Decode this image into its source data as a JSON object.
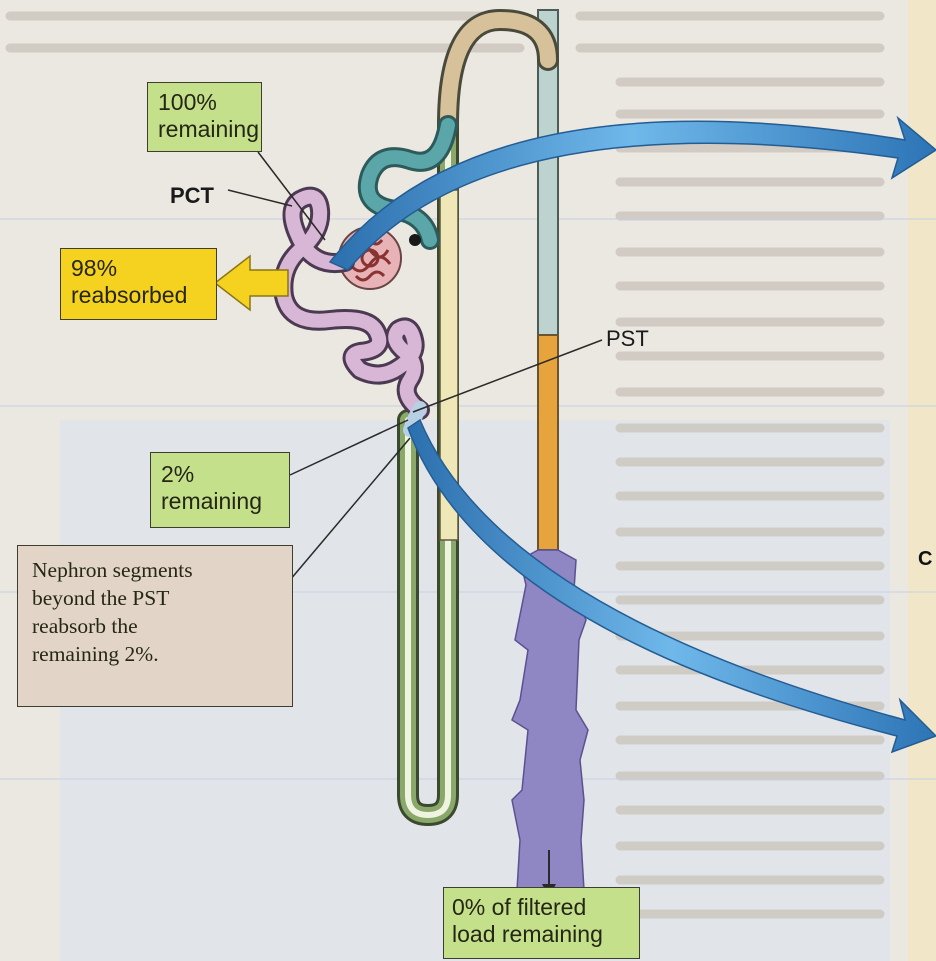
{
  "callouts": {
    "top_remaining": "100%\nremaining",
    "reabsorbed": "98%\nreabsorbed",
    "pst_remaining": "2%\nremaining",
    "note": "Nephron segments\nbeyond the PST\nreabsorb the\nremaining 2%.",
    "final": "0% of filtered\nload remaining"
  },
  "labels": {
    "pct": "PCT",
    "pst": "PST"
  },
  "edge_text": {
    "right_letter": "C"
  },
  "colors": {
    "callout_green": "#c5e08a",
    "callout_yellow": "#f5d21f",
    "note_beige": "#e2d5c7",
    "arrow_blue": "#4fa0dc",
    "pct_lilac": "#d7b6d6",
    "collecting_orange": "#e8a43c",
    "collecting_purple": "#8f86c4",
    "loop_green": "#8aa86a"
  }
}
